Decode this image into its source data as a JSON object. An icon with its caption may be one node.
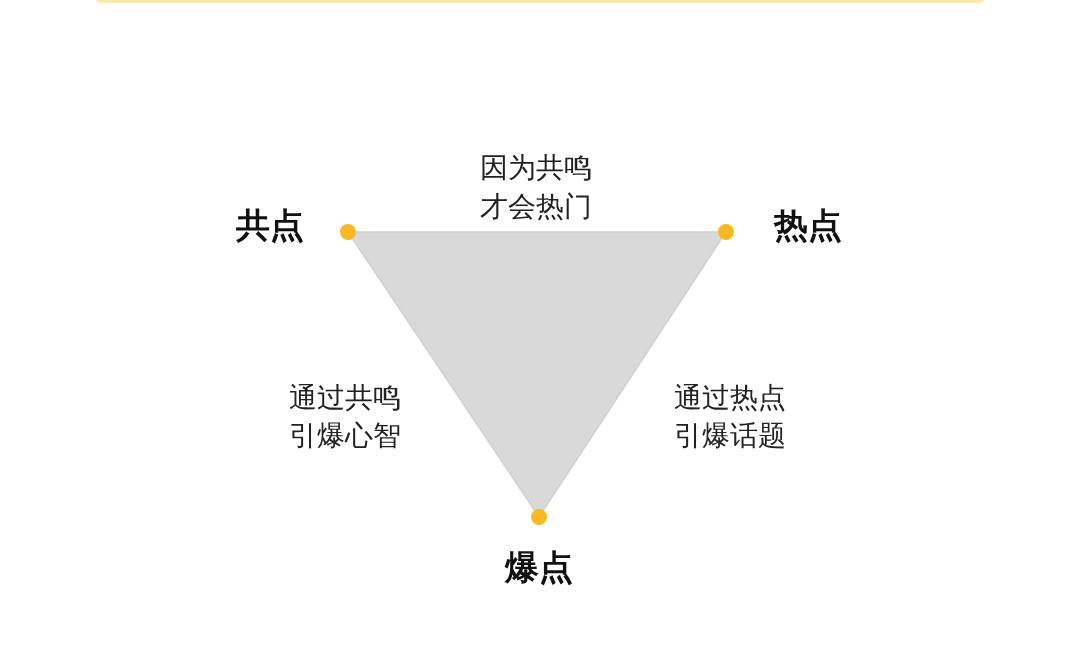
{
  "diagram": {
    "nodes": [
      {
        "text": [],
        "shape": "circle",
        "beside": [
          "共点"
        ]
      },
      {
        "text": [],
        "shape": "circle",
        "beside": [
          "热点"
        ]
      },
      {
        "text": [],
        "shape": "circle",
        "beside": [
          "爆点"
        ]
      }
    ],
    "edges": [
      {
        "from": 0,
        "to": 1,
        "arrow": "none",
        "label": "因为共鸣才会热门"
      },
      {
        "from": 0,
        "to": 2,
        "arrow": "none",
        "label": "通过共鸣引爆心智"
      },
      {
        "from": 1,
        "to": 2,
        "arrow": "none",
        "label": "通过热点引爆话题"
      }
    ]
  }
}
